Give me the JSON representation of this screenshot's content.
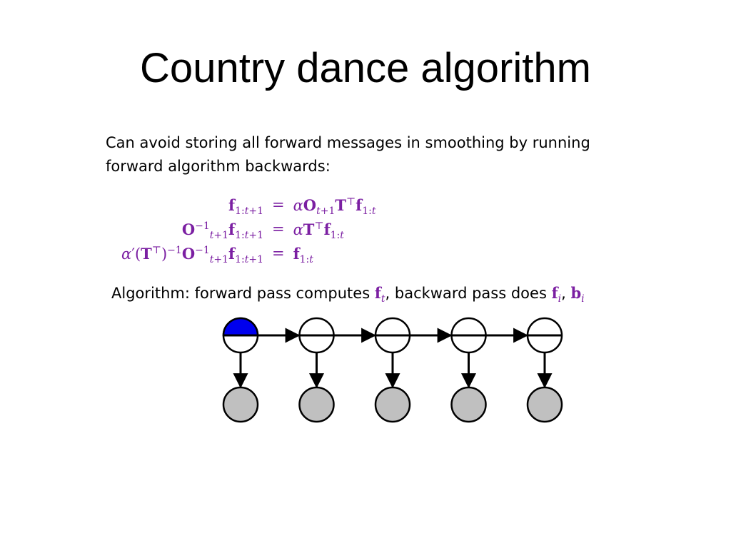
{
  "slide": {
    "title": "Country dance algorithm",
    "intro_line1": "Can avoid storing all forward messages in smoothing by running",
    "intro_line2": "forward algorithm backwards:"
  },
  "equations": [
    {
      "lhs": "f1:t+1",
      "rhs": "αOt+1T⊤f1:t"
    },
    {
      "lhs": "O⁻¹t+1 f1:t+1",
      "rhs": "αT⊤f1:t"
    },
    {
      "lhs": "α′(T⊤)⁻¹O⁻¹t+1 f1:t+1",
      "rhs": "f1:t"
    }
  ],
  "algorithm": {
    "label": "Algorithm:",
    "text_a": "forward pass computes",
    "text_b": ", backward pass does",
    "sep": ",",
    "sym_f": "f",
    "sym_b": "b",
    "sub_t": "t",
    "sub_i": "i"
  },
  "diagram": {
    "node_count": 5,
    "colors": {
      "highlight": "#0000ee",
      "evidence": "#c0c0c0",
      "stroke": "#000000",
      "equation": "#7b1fa2"
    },
    "icons": {
      "hidden_state": "half-filled-circle",
      "evidence": "grey-filled-circle",
      "link": "arrow"
    }
  }
}
